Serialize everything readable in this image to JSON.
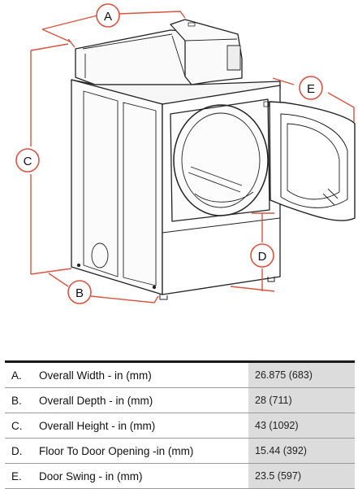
{
  "dimension_labels": [
    "A",
    "B",
    "C",
    "D",
    "E"
  ],
  "specs": [
    {
      "letter": "A.",
      "name": "Overall Width - in (mm)",
      "value": "26.875 (683)"
    },
    {
      "letter": "B.",
      "name": "Overall Depth -  in (mm)",
      "value": "28 (711)"
    },
    {
      "letter": "C.",
      "name": "Overall Height - in (mm)",
      "value": "43 (1092)"
    },
    {
      "letter": "D.",
      "name": "Floor To Door Opening -in (mm)",
      "value": "15.44 (392)"
    },
    {
      "letter": "E.",
      "name": "Door Swing - in (mm)",
      "value": "23.5 (597)"
    }
  ],
  "colors": {
    "dimension_line": "#d9533f",
    "value_cell": "#dcdcdc"
  }
}
